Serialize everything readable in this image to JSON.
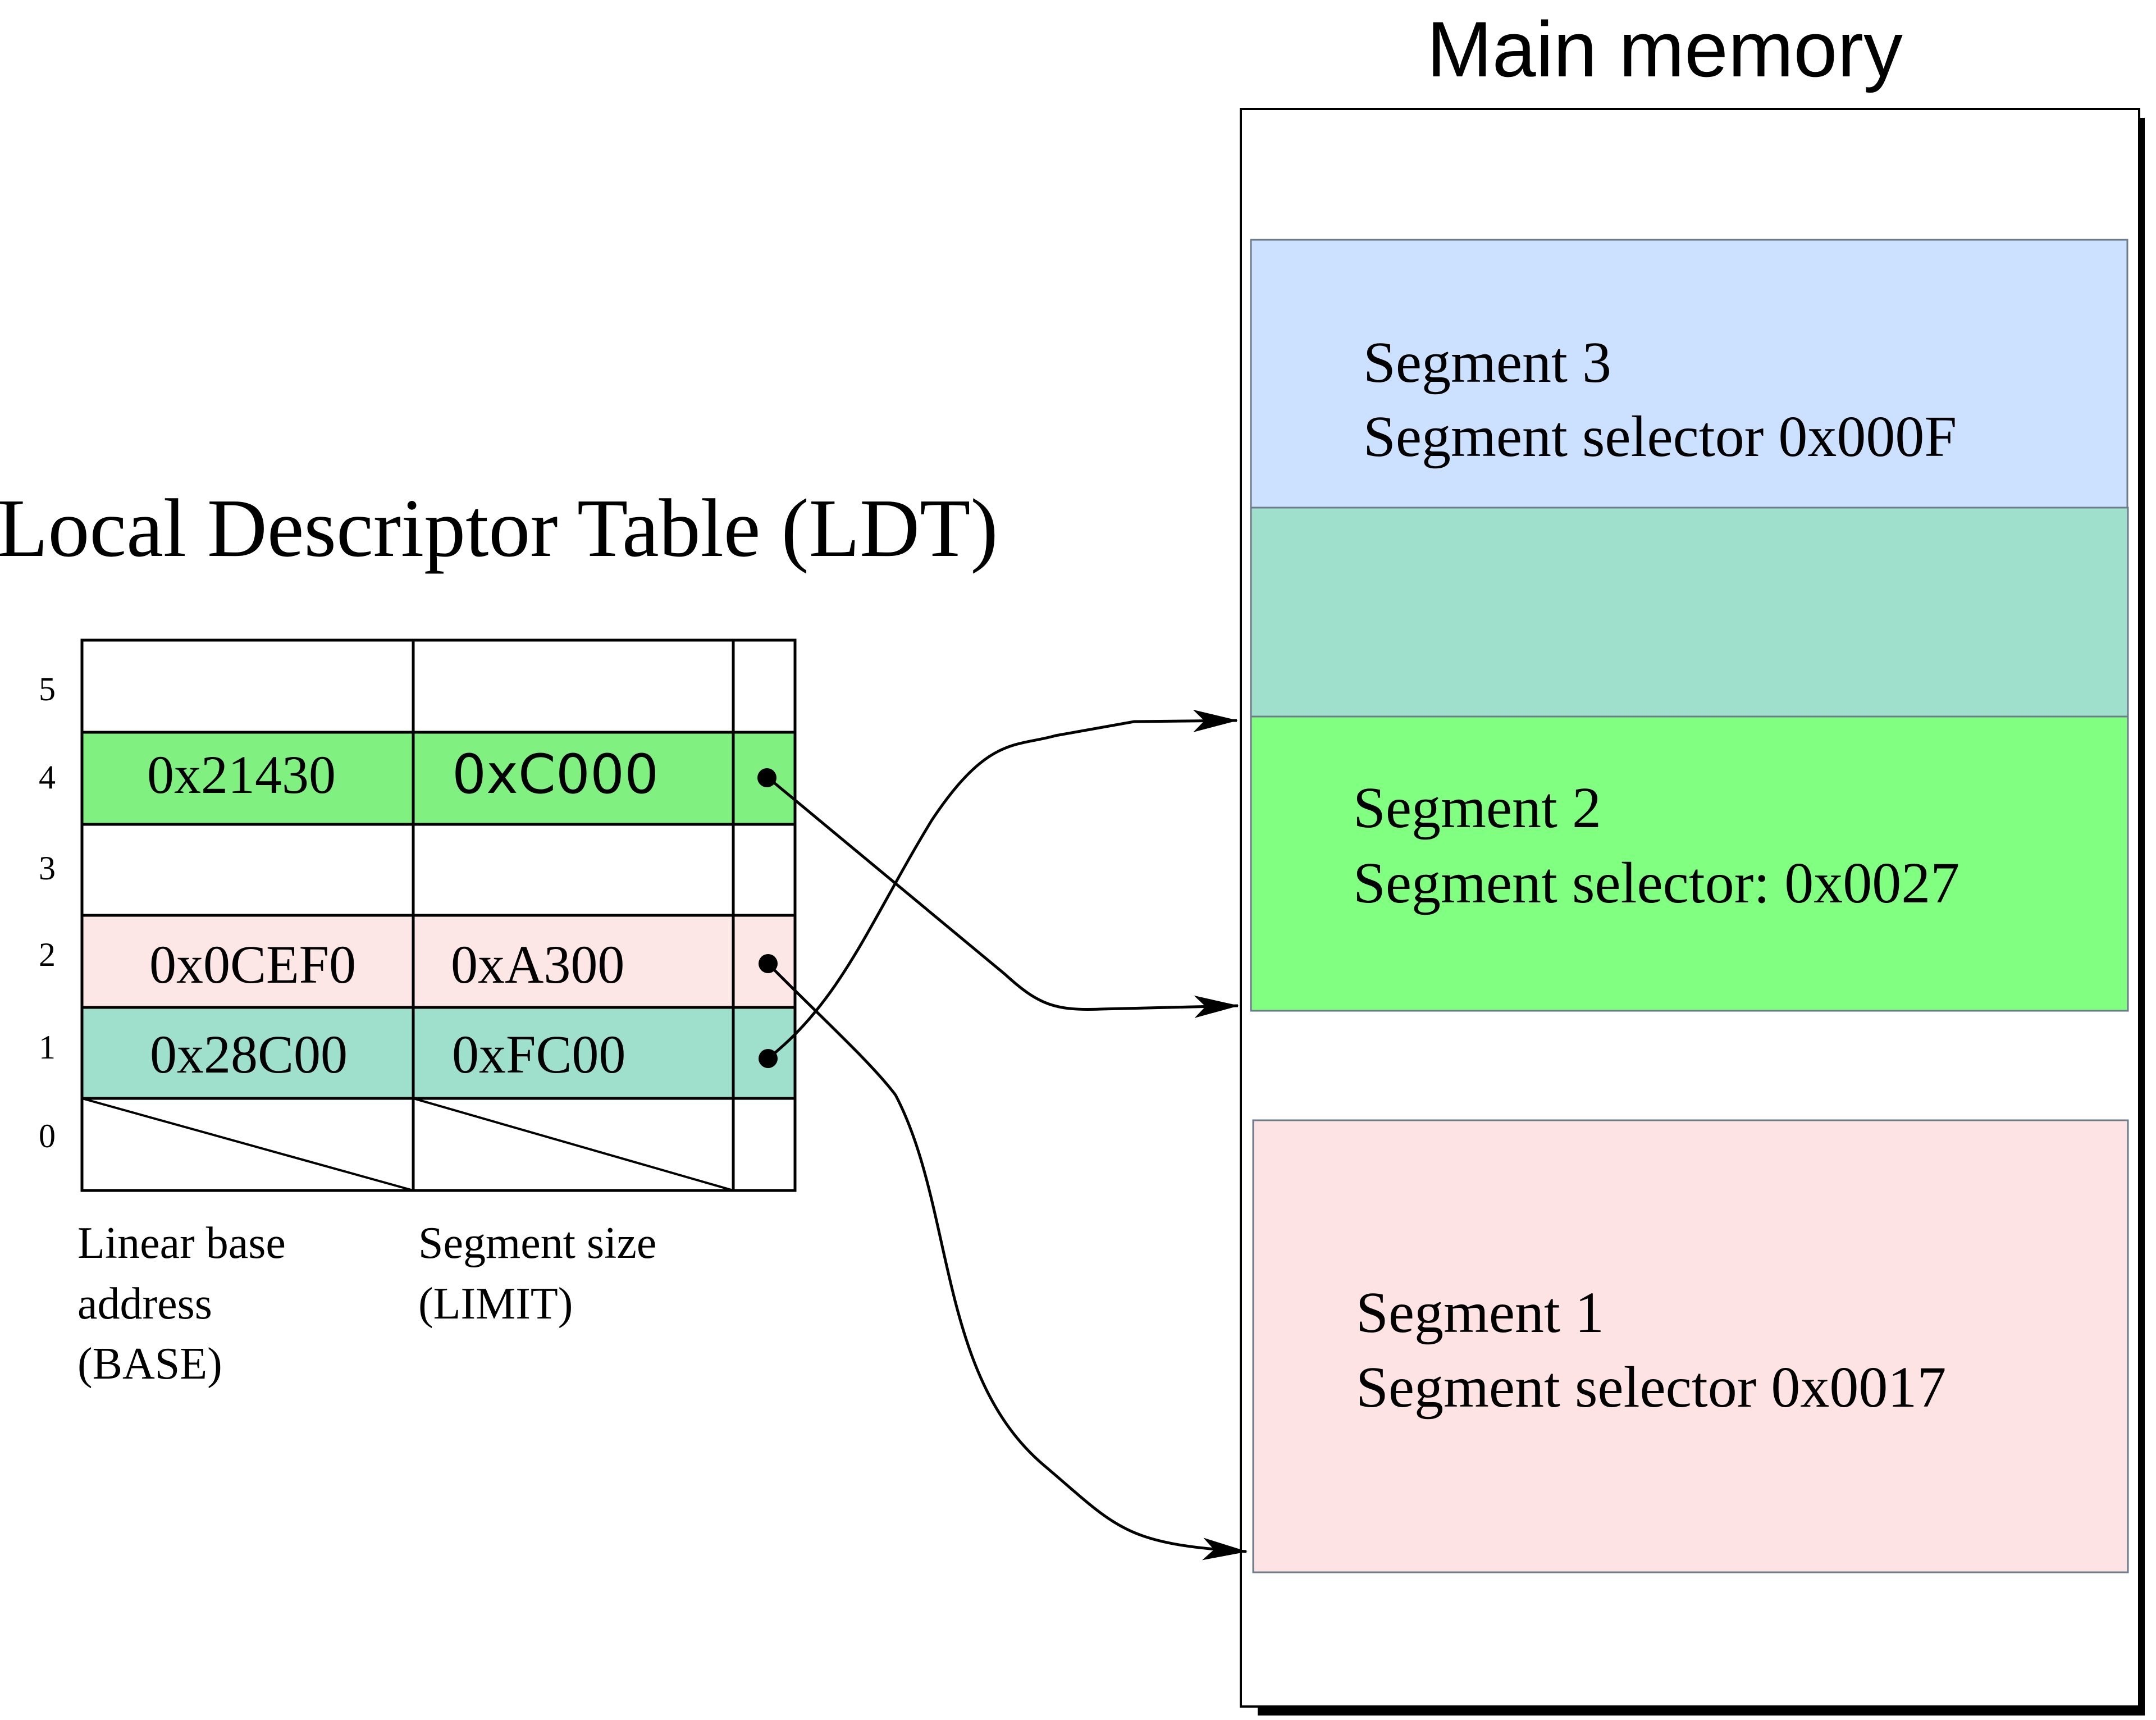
{
  "main_memory": {
    "title": "Main memory",
    "segments": [
      {
        "id": "segment-3",
        "name": "Segment 3",
        "selector_text": "Segment selector 0x000F",
        "fill": "#cce0ff",
        "border": "#6d7b8a"
      },
      {
        "id": "overlap",
        "name": "",
        "selector_text": "",
        "fill": "#9ee0cc",
        "border": "#6d7b8a"
      },
      {
        "id": "segment-2",
        "name": "Segment 2",
        "selector_text": "Segment selector: 0x0027",
        "fill": "#80ff80",
        "border": "#6d7b8a"
      },
      {
        "id": "segment-1",
        "name": "Segment 1",
        "selector_text": "Segment selector 0x0017",
        "fill": "#fde3e3",
        "border": "#6d7b8a"
      }
    ]
  },
  "ldt": {
    "title": "Local Descriptor Table (LDT)",
    "rows": [
      {
        "index": "5",
        "base": "",
        "limit": "",
        "fill": "#ffffff",
        "pointer": false
      },
      {
        "index": "4",
        "base": "0x21430",
        "limit": "0xC000",
        "fill": "#80f080",
        "pointer": true
      },
      {
        "index": "3",
        "base": "",
        "limit": "",
        "fill": "#ffffff",
        "pointer": false
      },
      {
        "index": "2",
        "base": "0x0CEF0",
        "limit": "0xA300",
        "fill": "#fde6e6",
        "pointer": true
      },
      {
        "index": "1",
        "base": "0x28C00",
        "limit": "0xFC00",
        "fill": "#9ee0cc",
        "pointer": true
      },
      {
        "index": "0",
        "base": "",
        "limit": "",
        "fill": "#ffffff",
        "pointer": false
      }
    ],
    "column_labels": {
      "base": [
        "Linear base",
        "address",
        "(BASE)"
      ],
      "limit": [
        "Segment size",
        "(LIMIT)"
      ]
    }
  },
  "arrows": [
    {
      "from_row": "4",
      "to": "segment-2"
    },
    {
      "from_row": "1",
      "to": "overlap"
    },
    {
      "from_row": "2",
      "to": "segment-1"
    }
  ]
}
